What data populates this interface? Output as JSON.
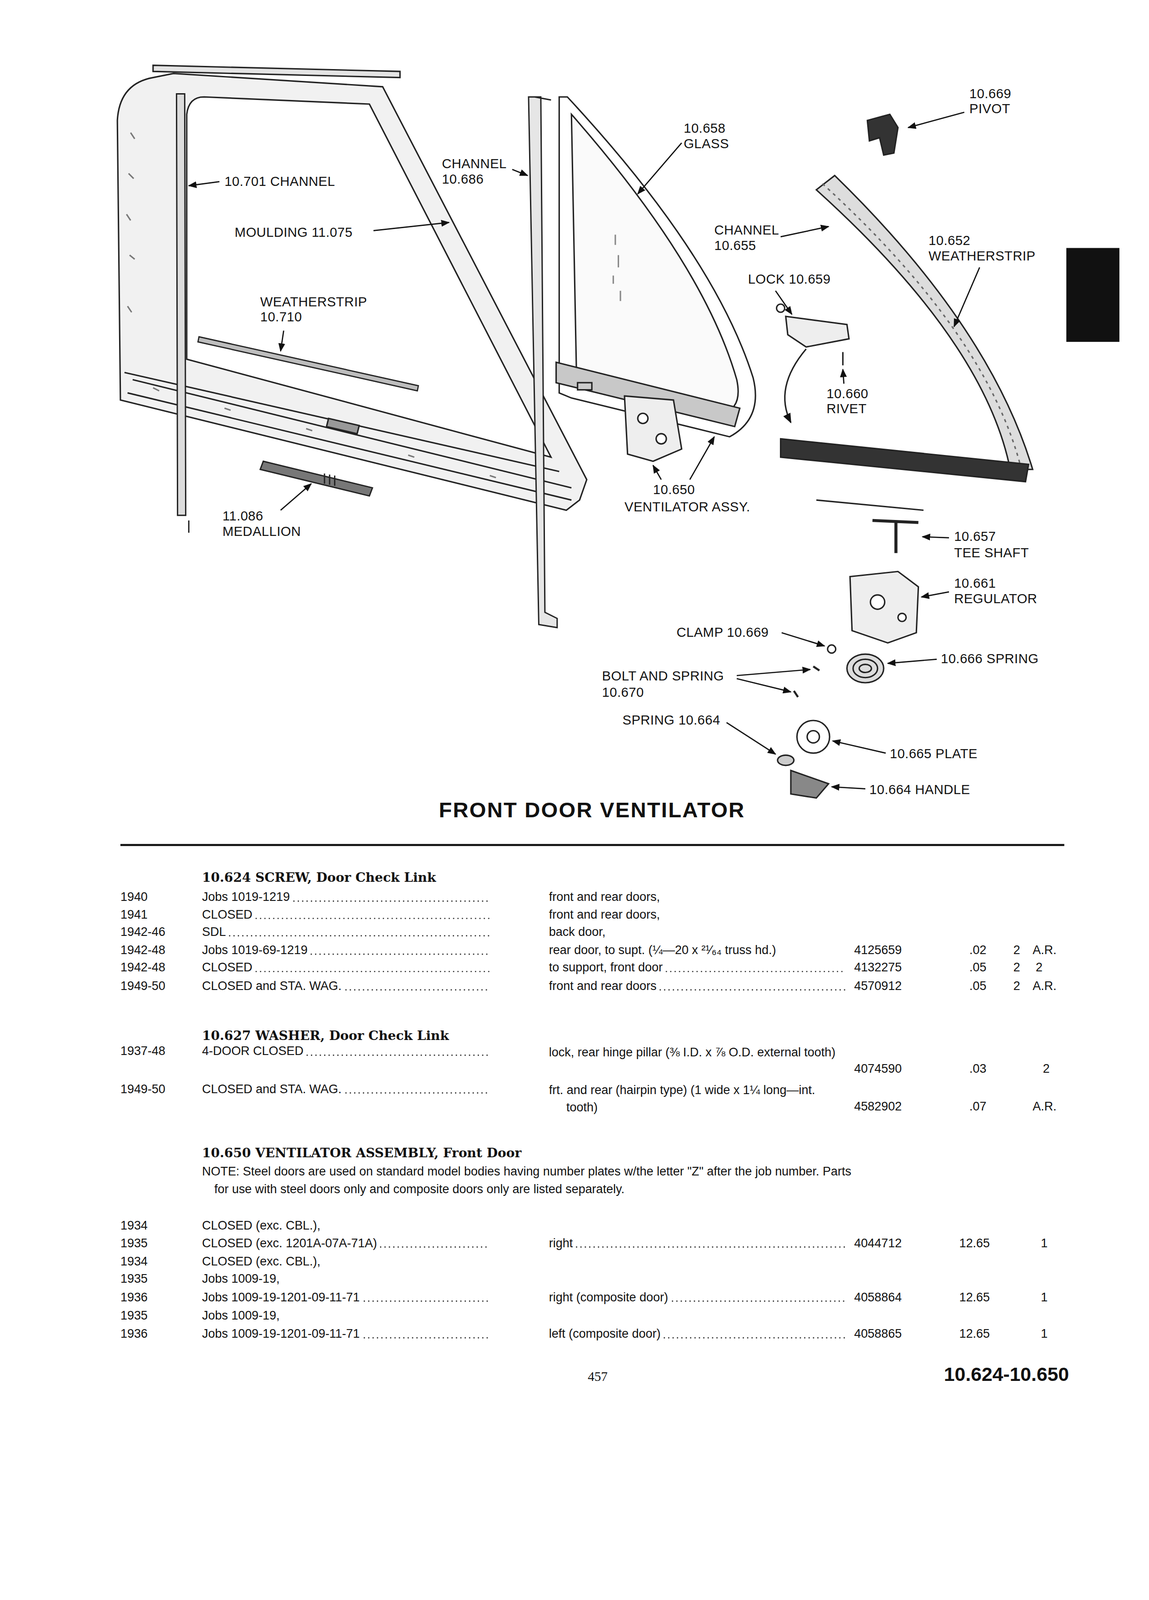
{
  "diagram": {
    "title": "FRONT DOOR VENTILATOR",
    "labels": [
      "10.669 PIVOT",
      "10.658 GLASS",
      "CHANNEL 10.686",
      "10.701 CHANNEL",
      "MOULDING 11.075",
      "WEATHERSTRIP 10.710",
      "CHANNEL 10.655",
      "10.652 WEATHERSTRIP",
      "LOCK 10.659",
      "10.660 RIVET",
      "11.086 MEDALLION",
      "10.650",
      "VENTILATOR ASSY.",
      "10.657",
      "TEE SHAFT",
      "10.661 REGULATOR",
      "CLAMP 10.669",
      "10.666 SPRING",
      "BOLT AND SPRING",
      "10.670",
      "SPRING 10.664",
      "10.665 PLATE",
      "10.664 HANDLE",
      "10.624 SCREW, Door Check Link",
      "1940",
      "Jobs 1019-1219",
      "front and rear doors,",
      "1941",
      "CLOSED",
      "front and rear doors,",
      "1942-46",
      "SDL",
      "back door,",
      "1942-48",
      "Jobs 1019-69-1219",
      "rear door, to supt. (¼—20 x ²¹⁄₆₄ truss hd.)",
      "4125659",
      ".02",
      "2",
      "A.R.",
      "1942-48",
      "CLOSED",
      "to support, front door",
      "4132275",
      ".05",
      "2",
      "2",
      "1949-50",
      "CLOSED and STA. WAG.",
      "front and rear doors",
      "4570912",
      ".05",
      "2",
      "A.R.",
      "10.627 WASHER, Door Check Link",
      "1937-48",
      "4-DOOR CLOSED",
      "lock, rear hinge pillar (⅜ I.D. x ⅞ O.D. external tooth)",
      "4074590",
      ".03",
      "2",
      "1949-50",
      "CLOSED and STA. WAG.",
      "frt. and rear (hairpin type) (1 wide x 1¼ long—int. tooth)",
      "4582902",
      ".07",
      "A.R.",
      "10.650 VENTILATOR ASSEMBLY, Front Door",
      "NOTE: Steel doors are used on standard model bodies having number plates w/the letter \"Z\" after the job number. Parts for use with steel doors only and composite doors only are listed separately.",
      "1934",
      "CLOSED (exc. CBL.),",
      "1935",
      "CLOSED (exc. 1201A-07A-71A)",
      "right",
      "4044712",
      "12.65",
      "1",
      "1934",
      "CLOSED (exc. CBL.),",
      "1935",
      "Jobs 1009-19,",
      "1936",
      "Jobs 1009-19-1201-09-11-71",
      "right (composite door)",
      "4058864",
      "12.65",
      "1",
      "1935",
      "Jobs 1009-19,",
      "1936",
      "Jobs 1009-19-1201-09-11-71",
      "left (composite door)",
      "4058865",
      "12.65",
      "1",
      "457",
      "10.624-10.650"
    ]
  }
}
